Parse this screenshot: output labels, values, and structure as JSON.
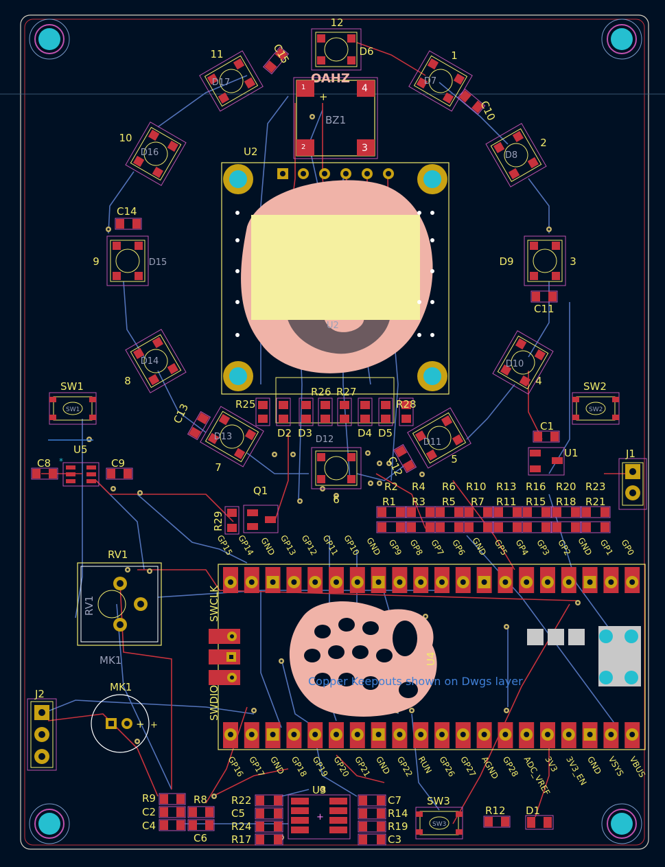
{
  "board": {
    "colors": {
      "background": "#001023",
      "front_copper": "#c8323c",
      "back_copper": "#5272b8",
      "silkscreen": "#f2eb6b",
      "courtyard": "#ff7ff0",
      "logo": "#f0b3a8",
      "mounting_hole": "#25bfd0"
    },
    "note": "Copper Keepouts shown on Dwgs layer",
    "ring_numbers": [
      "12",
      "1",
      "2",
      "3",
      "4",
      "5",
      "6",
      "7",
      "8",
      "9",
      "10",
      "11"
    ],
    "leds": [
      "D6",
      "D7",
      "D8",
      "D9",
      "D10",
      "D11",
      "D12",
      "D13",
      "D14",
      "D15",
      "D16",
      "D17"
    ],
    "small_leds": [
      "D2",
      "D3",
      "D4",
      "D5"
    ],
    "caps": [
      "C1",
      "C8",
      "C9",
      "C10",
      "C11",
      "C12",
      "C13",
      "C14",
      "C15"
    ],
    "top_resistors": [
      "R1",
      "R2",
      "R3",
      "R4",
      "R5",
      "R6",
      "R7",
      "R10",
      "R11",
      "R13",
      "R15",
      "R16",
      "R18",
      "R20",
      "R21",
      "R23"
    ],
    "mid_resistors": [
      "R25",
      "R26",
      "R27",
      "R28",
      "R29"
    ],
    "modules": {
      "u1": "U1",
      "u2": "U2",
      "u3": "U3",
      "u4": "U4",
      "u5": "U5",
      "q1": "Q1",
      "bz1": "BZ1",
      "rv1": "RV1",
      "rv1_side": "RV1",
      "mk1": "MK1",
      "mk1_fab": "MK1",
      "j1": "J1",
      "j2": "J2",
      "d1": "D1",
      "sw1": "SW1",
      "sw2": "SW2",
      "sw3": "SW3",
      "u2_fab": "U2"
    },
    "sw_fab": {
      "sw1": "SW1",
      "sw2": "SW2",
      "sw3": "SW3"
    },
    "bz_pins": [
      "1",
      "2",
      "3",
      "4"
    ],
    "bottom_left_parts": [
      "R9",
      "C2",
      "C4",
      "R8",
      "C6"
    ],
    "u3_left": [
      "R22",
      "C5",
      "R24",
      "R17"
    ],
    "u3_right": [
      "C7",
      "R14",
      "R19",
      "C3"
    ],
    "r12": "R12",
    "pico_top_pins": [
      "GP15",
      "GP14",
      "GND",
      "GP13",
      "GP12",
      "GP11",
      "GP10",
      "GND",
      "GP9",
      "GP8",
      "GP7",
      "GP6",
      "GND",
      "GP5",
      "GP4",
      "GP3",
      "GP2",
      "GND",
      "GP1",
      "GP0"
    ],
    "pico_bottom_pins": [
      "GP16",
      "GP17",
      "GND",
      "GP18",
      "GP19",
      "GP20",
      "GP21",
      "GND",
      "GP22",
      "RUN",
      "GP26",
      "GP27",
      "AGND",
      "GP28",
      "ADC_VREF",
      "3V3",
      "3V3_EN",
      "GND",
      "VSYS",
      "VBUS"
    ],
    "swd_labels": {
      "swclk": "SWCLK",
      "swdio": "SWDIO"
    },
    "u2_ref": "U2",
    "buzzer_text": "OAHZ",
    "pin_plus": "+"
  }
}
